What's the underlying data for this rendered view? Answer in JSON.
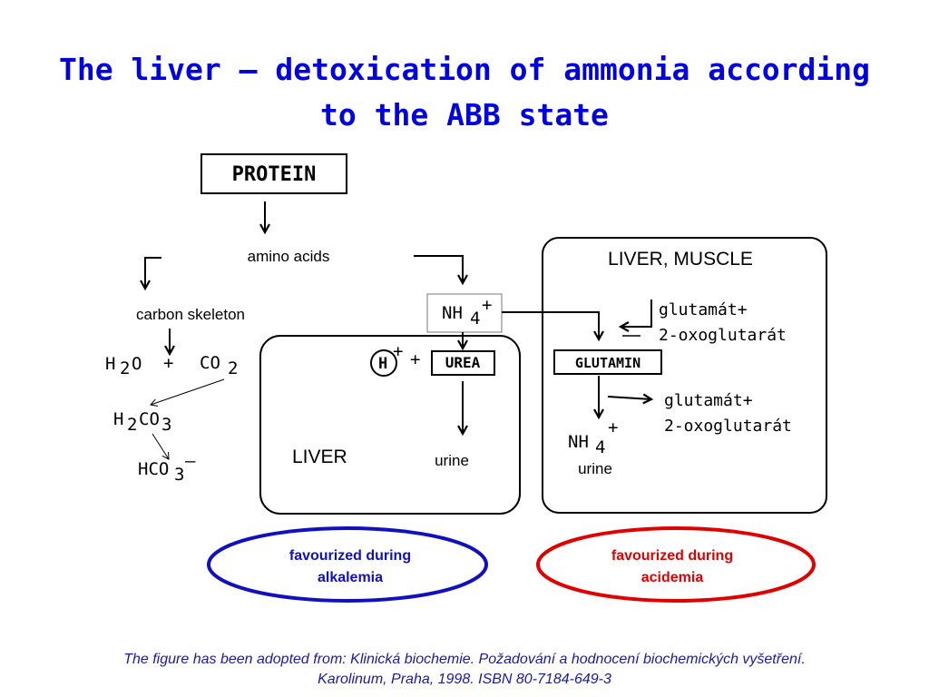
{
  "title": {
    "line1": "The liver – detoxication of ammonia according",
    "line2": "to the ABB state"
  },
  "protein": "PROTEIN",
  "amino_acids": "amino acids",
  "carbon_skeleton": "carbon skeleton",
  "h2o": {
    "h": "H",
    "sub": "2",
    "o": "O"
  },
  "plus_sign": "+",
  "co2": {
    "co": "CO",
    "sub": "2"
  },
  "h2co3": {
    "h": "H",
    "sub2": "2",
    "co": "CO",
    "sub3": "3"
  },
  "hco3": {
    "hco": "HCO",
    "sub": "3",
    "sup": "–"
  },
  "nh4": {
    "nh": "NH",
    "sub": "4",
    "sup": "+"
  },
  "h_plus": {
    "h": "H",
    "sup": "+"
  },
  "urea": "UREA",
  "liver_label": "LIVER",
  "urine_label": "urine",
  "liver_muscle_label": "LIVER, MUSCLE",
  "glutamin": "GLUTAMIN",
  "glutamat_in": {
    "line1": "glutamát+",
    "line2": "2-oxoglutarát"
  },
  "glutamat_out": {
    "line1": "glutamát+",
    "line2": "2-oxoglutarát"
  },
  "nh4_out": {
    "nh": "NH",
    "sub": "4",
    "sup": "+"
  },
  "urine_label_2": "urine",
  "alkalemia": {
    "line1": "favourized during",
    "line2": "alkalemia",
    "color": "#1010c0"
  },
  "acidemia": {
    "line1": "favourized during",
    "line2": "acidemia",
    "color": "#e00000"
  },
  "caption": {
    "line1": "The figure has been adopted from: Klinická biochemie. Požadování a hodnocení biochemických vyšetření.",
    "line2": "Karolinum, Praha, 1998. ISBN 80-7184-649-3"
  }
}
